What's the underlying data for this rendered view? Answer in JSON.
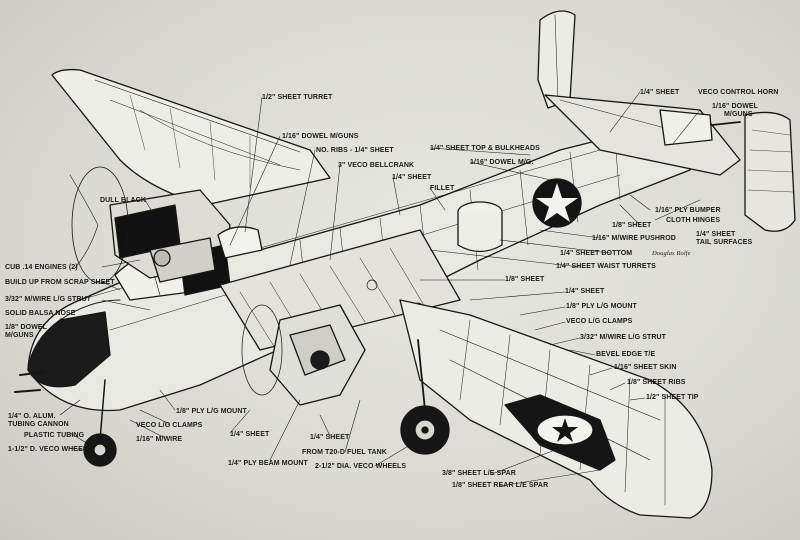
{
  "labels": {
    "half_sheet_turret": "1/2\" SHEET TURRET",
    "dowel_mguns_top": "1/16\" DOWEL M/GUNS",
    "no_ribs": "NO. RIBS - 1/4\" SHEET",
    "veco_bellcrank": "3\" VECO BELLCRANK",
    "quarter_sheet_mid": "1/4\" SHEET",
    "fillet": "FILLET",
    "sheet_top_bulkheads": "1/4\" SHEET TOP & BULKHEADS",
    "dowel_mg": "1/16\" DOWEL M/G.",
    "quarter_sheet_tail": "1/4\" SHEET",
    "veco_control_horn": "VECO CONTROL HORN",
    "dowel_mguns_tail_1": "1/16\" DOWEL",
    "dowel_mguns_tail_2": "M/GUNS",
    "dull_black": "DULL BLACK",
    "ply_bumper": "1/16\" PLY BUMPER",
    "cloth_hinges": "CLOTH HINGES",
    "eighth_sheet_tail": "1/8\" SHEET",
    "quarter_sheet_tail_surfaces_1": "1/4\" SHEET",
    "quarter_sheet_tail_surfaces_2": "TAIL SURFACES",
    "wire_pushrod": "1/16\" M/WIRE PUSHROD",
    "sheet_bottom": "1/4\" SHEET BOTTOM",
    "waist_turrets": "1/4\" SHEET WAIST TURRETS",
    "signature": "Douglas Rolfe",
    "cub_engines": "CUB .14 ENGINES (2)",
    "scrap_sheet": "BUILD UP FROM SCRAP SHEET",
    "wire_lg_strut_left": "3/32\" M/WIRE L/G STRUT",
    "balsa_nose": "SOLID BALSA NOSE",
    "dowel_nose_1": "1/8\" DOWEL",
    "dowel_nose_2": "M/GUNS",
    "eighth_sheet_center": "1/8\" SHEET",
    "quarter_sheet_right": "1/4\" SHEET",
    "ply_lg_mount_right": "1/8\" PLY L/G MOUNT",
    "veco_clamps_right": "VECO L/G CLAMPS",
    "wire_lg_strut_right": "3/32\" M/WIRE L/G STRUT",
    "bevel_edge": "BEVEL EDGE T/E",
    "sheet_skin": "1/16\" SHEET SKIN",
    "sheet_ribs": "1/8\" SHEET RIBS",
    "sheet_tip": "1/2\" SHEET TIP",
    "alum_tubing_1": "1/4\" O. ALUM.",
    "alum_tubing_2": "TUBING CANNON",
    "plastic_tubing": "PLASTIC TUBING",
    "veco_wheel": "1-1/2\" D. VECO WHEEL",
    "ply_lg_mount_left": "1/8\" PLY L/G MOUNT",
    "veco_clamps_left": "VECO L/G CLAMPS",
    "wire_left": "1/16\" M/WIRE",
    "quarter_sheet_lower_a": "1/4\" SHEET",
    "quarter_sheet_lower_b": "1/4\" SHEET",
    "ply_beam_mount": "1/4\" PLY BEAM MOUNT",
    "fuel_tank": "FROM T20-D FUEL TANK",
    "veco_wheels": "2-1/2\" DIA. VECO WHEELS",
    "le_spar": "3/8\" SHEET L/E SPAR",
    "rear_le_spar": "1/8\" SHEET REAR L/E SPAR"
  },
  "colors": {
    "paper": "#e2e2dc",
    "ink": "#141414"
  }
}
